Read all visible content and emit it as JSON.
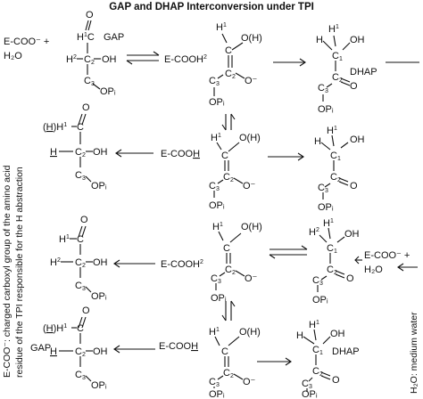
{
  "title": "GAP and DHAP Interconversion under TPI",
  "left_note": {
    "line1": "E-COO⁻: charged carboxyl group of the amino acid",
    "line2": "residue of the TPI responsible for the H abstraction"
  },
  "right_note": "H₂O: medium water",
  "labels": {
    "gap": "GAP",
    "dhap": "DHAP",
    "ecoo_minus": "E-COO⁻ +",
    "h2o": "H₂O",
    "ecooh": "E-COOH",
    "ecooh2": "E-COOH²",
    "h2o_plus_ecoo": "E-COO⁻ +",
    "oh": "OH",
    "oh_h": "O(H)",
    "h_o": "(H)H",
    "opi": "OPᵢ",
    "o_minus": "O⁻",
    "o": "O",
    "h": "H",
    "c": "C"
  }
}
